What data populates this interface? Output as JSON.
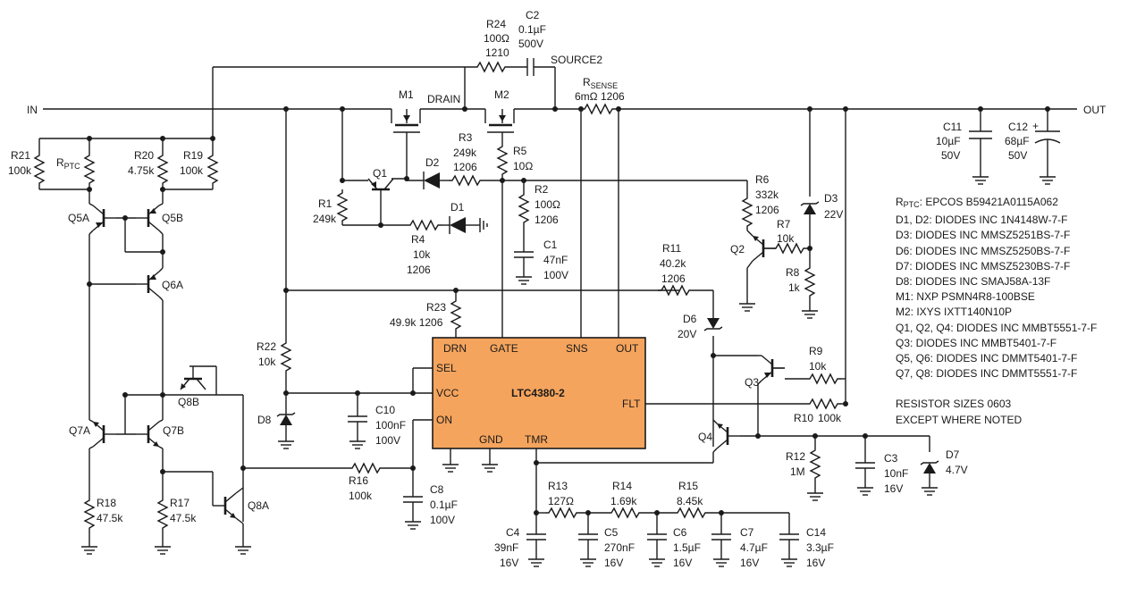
{
  "nets": {
    "in": "IN",
    "out": "OUT",
    "drain": "DRAIN",
    "source2": "SOURCE2"
  },
  "chip": {
    "name": "LTC4380-2",
    "pins": {
      "drn": "DRN",
      "gate": "GATE",
      "sns": "SNS",
      "out": "OUT",
      "sel": "SEL",
      "vcc": "VCC",
      "on": "ON",
      "flt": "FLT",
      "gnd": "GND",
      "tmr": "TMR"
    }
  },
  "components": {
    "R24": {
      "ref": "R24",
      "v1": "100Ω",
      "v2": "1210"
    },
    "C2": {
      "ref": "C2",
      "v1": "0.1µF",
      "v2": "500V"
    },
    "RSENSE": {
      "ref": "R",
      "sub": "SENSE",
      "v1": "6mΩ 1206"
    },
    "M1": {
      "ref": "M1"
    },
    "M2": {
      "ref": "M2"
    },
    "R3": {
      "ref": "R3",
      "v1": "249k",
      "v2": "1206"
    },
    "R5": {
      "ref": "R5",
      "v1": "10Ω"
    },
    "R2": {
      "ref": "R2",
      "v1": "100Ω",
      "v2": "1206"
    },
    "C1": {
      "ref": "C1",
      "v1": "47nF",
      "v2": "100V"
    },
    "R6": {
      "ref": "R6",
      "v1": "332k",
      "v2": "1206"
    },
    "D3": {
      "ref": "D3",
      "v1": "22V"
    },
    "R7": {
      "ref": "R7",
      "v1": "10k"
    },
    "R8": {
      "ref": "R8",
      "v1": "1k"
    },
    "Q2": {
      "ref": "Q2"
    },
    "C11": {
      "ref": "C11",
      "v1": "10µF",
      "v2": "50V"
    },
    "C12": {
      "ref": "C12",
      "v1": "68µF",
      "v2": "50V"
    },
    "R21": {
      "ref": "R21",
      "v1": "100k"
    },
    "RPTC": {
      "ref": "R",
      "sub": "PTC"
    },
    "R20": {
      "ref": "R20",
      "v1": "4.75k"
    },
    "R19": {
      "ref": "R19",
      "v1": "100k"
    },
    "Q1": {
      "ref": "Q1"
    },
    "D2": {
      "ref": "D2"
    },
    "D1": {
      "ref": "D1"
    },
    "R1": {
      "ref": "R1",
      "v1": "249k"
    },
    "R4": {
      "ref": "R4",
      "v1": "10k",
      "v2": "1206"
    },
    "Q5A": {
      "ref": "Q5A"
    },
    "Q5B": {
      "ref": "Q5B"
    },
    "Q6A": {
      "ref": "Q6A"
    },
    "R11": {
      "ref": "R11",
      "v1": "40.2k",
      "v2": "1206"
    },
    "R23": {
      "ref": "R23",
      "v1": "49.9k 1206"
    },
    "D6": {
      "ref": "D6",
      "v1": "20V"
    },
    "R22": {
      "ref": "R22",
      "v1": "10k"
    },
    "D8": {
      "ref": "D8"
    },
    "C10": {
      "ref": "C10",
      "v1": "100nF",
      "v2": "100V"
    },
    "R9": {
      "ref": "R9",
      "v1": "10k"
    },
    "Q3": {
      "ref": "Q3"
    },
    "R10": {
      "ref": "R10",
      "v1": "100k"
    },
    "Q4": {
      "ref": "Q4"
    },
    "R12": {
      "ref": "R12",
      "v1": "1M"
    },
    "C3": {
      "ref": "C3",
      "v1": "10nF",
      "v2": "16V"
    },
    "D7": {
      "ref": "D7",
      "v1": "4.7V"
    },
    "Q7A": {
      "ref": "Q7A"
    },
    "Q7B": {
      "ref": "Q7B"
    },
    "Q8B": {
      "ref": "Q8B"
    },
    "Q8A": {
      "ref": "Q8A"
    },
    "R18": {
      "ref": "R18",
      "v1": "47.5k"
    },
    "R17": {
      "ref": "R17",
      "v1": "47.5k"
    },
    "R16": {
      "ref": "R16",
      "v1": "100k"
    },
    "C8": {
      "ref": "C8",
      "v1": "0.1µF",
      "v2": "100V"
    },
    "R13": {
      "ref": "R13",
      "v1": "127Ω"
    },
    "R14": {
      "ref": "R14",
      "v1": "1.69k"
    },
    "R15": {
      "ref": "R15",
      "v1": "8.45k"
    },
    "C4": {
      "ref": "C4",
      "v1": "39nF",
      "v2": "16V"
    },
    "C5": {
      "ref": "C5",
      "v1": "270nF",
      "v2": "16V"
    },
    "C6": {
      "ref": "C6",
      "v1": "1.5µF",
      "v2": "16V"
    },
    "C7": {
      "ref": "C7",
      "v1": "4.7µF",
      "v2": "16V"
    },
    "C14": {
      "ref": "C14",
      "v1": "3.3µF",
      "v2": "16V"
    }
  },
  "notes": {
    "rptc_ref": "R",
    "rptc_sub": "PTC",
    "rptc_value": ": EPCOS B59421A0115A062",
    "lines": [
      "D1, D2: DIODES INC 1N4148W-7-F",
      "D3: DIODES INC MMSZ5251BS-7-F",
      "D6: DIODES INC MMSZ5250BS-7-F",
      "D7: DIODES INC MMSZ5230BS-7-F",
      "D8: DIODES INC SMAJ58A-13F",
      "M1: NXP PSMN4R8-100BSE",
      "M2: IXYS IXTT140N10P",
      "Q1, Q2, Q4: DIODES INC MMBT5551-7-F",
      "Q3: DIODES INC MMBT5401-7-F",
      "Q5, Q6: DIODES INC DMMT5401-7-F",
      "Q7, Q8: DIODES INC DMMT5551-7-F"
    ],
    "resistor_note": [
      "RESISTOR SIZES 0603",
      "EXCEPT WHERE NOTED"
    ]
  }
}
